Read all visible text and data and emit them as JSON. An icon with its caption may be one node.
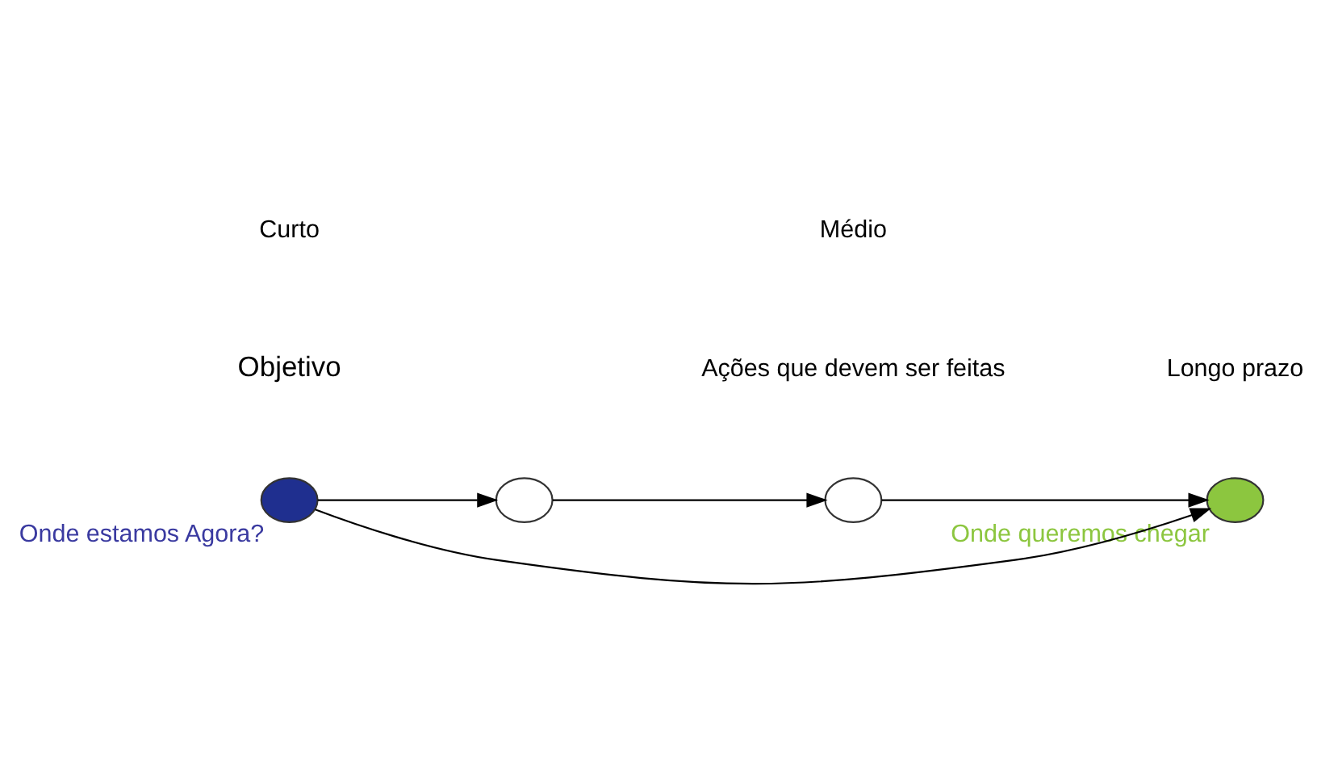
{
  "diagram": {
    "nodes": [
      {
        "text": [],
        "shape": "circle",
        "beside": [
          "Onde estamos Agora?"
        ]
      },
      {
        "text": [],
        "shape": "circle"
      },
      {
        "text": [],
        "shape": "circle"
      },
      {
        "text": [],
        "shape": "circle",
        "beside": [
          "Onde queremos chegar"
        ]
      }
    ],
    "edges": [
      {
        "from": 0,
        "to": 3,
        "arrow": "to"
      },
      {
        "from": 0,
        "to": 1,
        "arrow": "to"
      },
      {
        "from": 1,
        "to": 2,
        "arrow": "to"
      },
      {
        "from": 2,
        "to": 3,
        "arrow": "to"
      }
    ],
    "labels": [
      "Objetivo",
      "Ações que devem ser feitas",
      "Curto",
      "Médio",
      "Longo prazo"
    ]
  }
}
